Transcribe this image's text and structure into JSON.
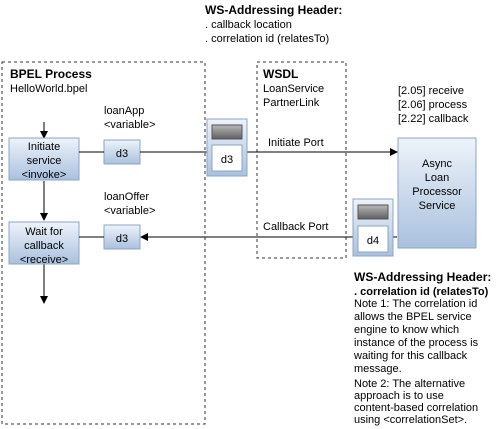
{
  "ws_header_top": {
    "title": "WS-Addressing Header:",
    "line1": ". callback location",
    "line2": ". correlation id (relatesTo)"
  },
  "bpel": {
    "title": "BPEL Process",
    "filename": "HelloWorld.bpel",
    "initiate": [
      "Initiate",
      "service",
      "<invoke>"
    ],
    "wait": [
      "Wait for",
      "callback",
      "<receive>"
    ],
    "loanapp": [
      "loanApp",
      "<variable>"
    ],
    "loanoffer": [
      "loanOffer",
      "<variable>"
    ],
    "var_d3_top": "d3",
    "var_d3_bottom": "d3"
  },
  "wsdl": {
    "title": "WSDL",
    "line1": "LoanService",
    "line2": "PartnerLink",
    "initiate_port": "Initiate Port",
    "callback_port": "Callback Port"
  },
  "messages": {
    "top": "d3",
    "bottom": "d4"
  },
  "processor": {
    "lines": [
      "Async",
      "Loan",
      "Processor",
      "Service"
    ],
    "steps": [
      "[2.05] receive",
      "[2.06] process",
      "[2.22] callback"
    ]
  },
  "ws_header_bottom": {
    "title": "WS-Addressing Header:",
    "subtitle": ". correlation id (relatesTo)",
    "note1": [
      "Note 1: The correlation id",
      "allows the BPEL service",
      "engine to know which",
      "instance of the process is",
      "waiting for this callback",
      "message."
    ],
    "note2": [
      "Note 2: The alternative",
      "approach is to use",
      "content-based correlation",
      "using <correlationSet>."
    ]
  },
  "colors": {
    "box_fill_top": "#eef3fa",
    "box_fill_bottom": "#aac2df",
    "box_stroke": "#8aa4c4",
    "dash": "#333333"
  }
}
